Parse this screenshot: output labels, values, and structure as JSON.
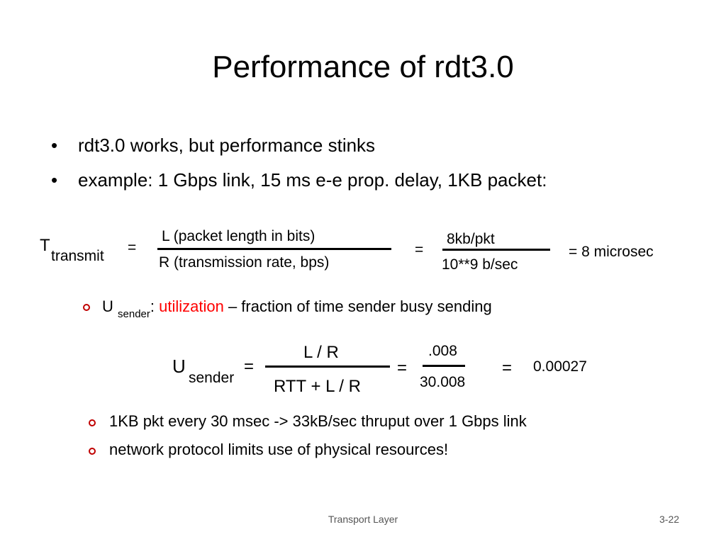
{
  "title": "Performance of rdt3.0",
  "bullets": [
    "rdt3.0 works, but performance stinks",
    "example: 1 Gbps link, 15 ms e-e prop. delay, 1KB packet:"
  ],
  "bullet_glyph": "•",
  "transmit_eq": {
    "symbol": "T",
    "subscript": "transmit",
    "eq1": "=",
    "numerator": "L (packet length in bits)",
    "denominator": "R (transmission rate, bps)",
    "eq2": "=",
    "numerator2": "8kb/pkt",
    "denominator2": "10**9 b/sec",
    "result": "= 8 microsec"
  },
  "utilization_line": {
    "u": "U",
    "subscript": "sender",
    "colon": ": ",
    "highlight": "utilization",
    "rest": " – fraction of time sender busy sending"
  },
  "sender_eq": {
    "symbol": "U",
    "subscript": "sender",
    "eq1": "=",
    "numerator": "L / R",
    "denominator": "RTT + L / R",
    "eq2": "=",
    "numerator2": ".008",
    "denominator2": "30.008",
    "eq3": "=",
    "result": "0.00027"
  },
  "sub_bullets": [
    "1KB pkt every 30 msec -> 33kB/sec thruput over 1 Gbps link",
    "network protocol limits use of physical resources!"
  ],
  "footer": {
    "center": "Transport Layer",
    "right": "3-22"
  },
  "colors": {
    "highlight": "#ff0000",
    "sub_bullet": "#c00000"
  }
}
